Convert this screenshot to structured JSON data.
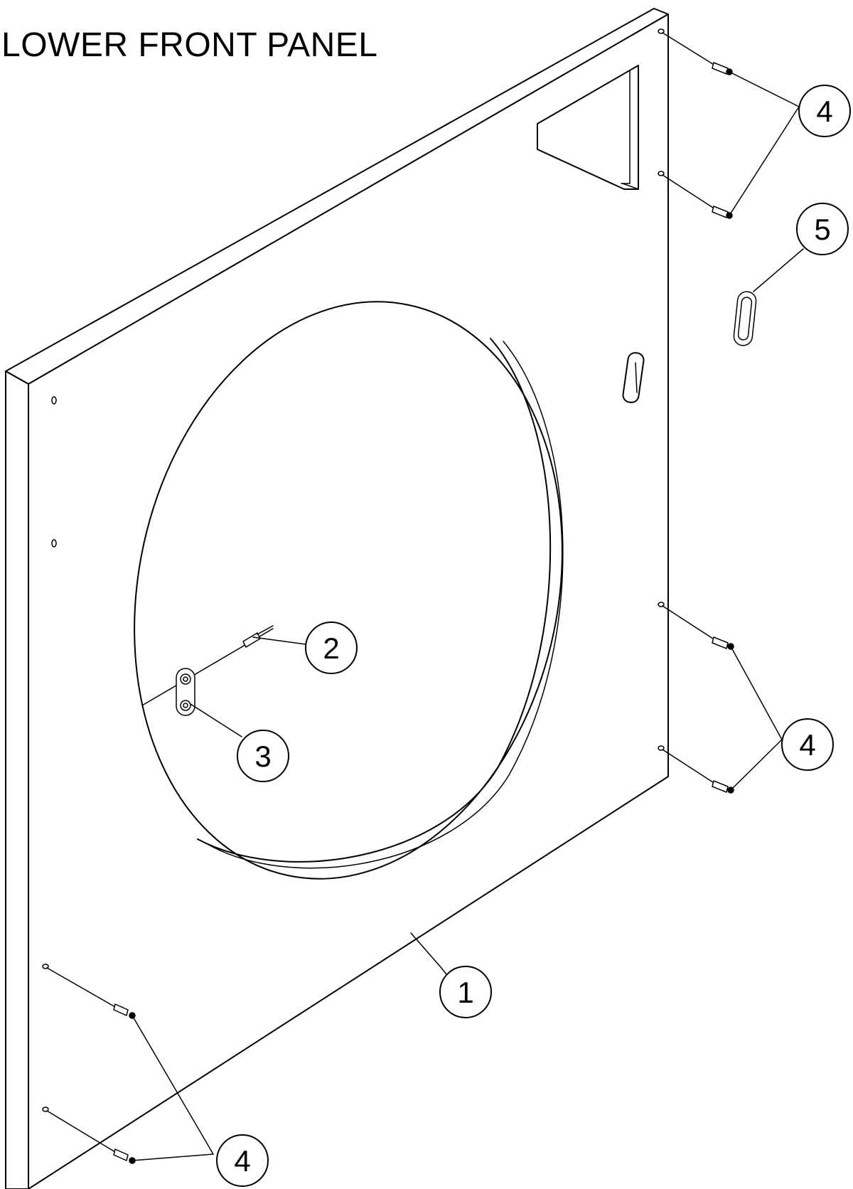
{
  "title": "LOWER FRONT PANEL",
  "callouts": [
    {
      "id": "c1",
      "label": "1"
    },
    {
      "id": "c2",
      "label": "2"
    },
    {
      "id": "c3",
      "label": "3"
    },
    {
      "id": "c4a",
      "label": "4"
    },
    {
      "id": "c4b",
      "label": "4"
    },
    {
      "id": "c4c",
      "label": "4"
    },
    {
      "id": "c5",
      "label": "5"
    }
  ]
}
